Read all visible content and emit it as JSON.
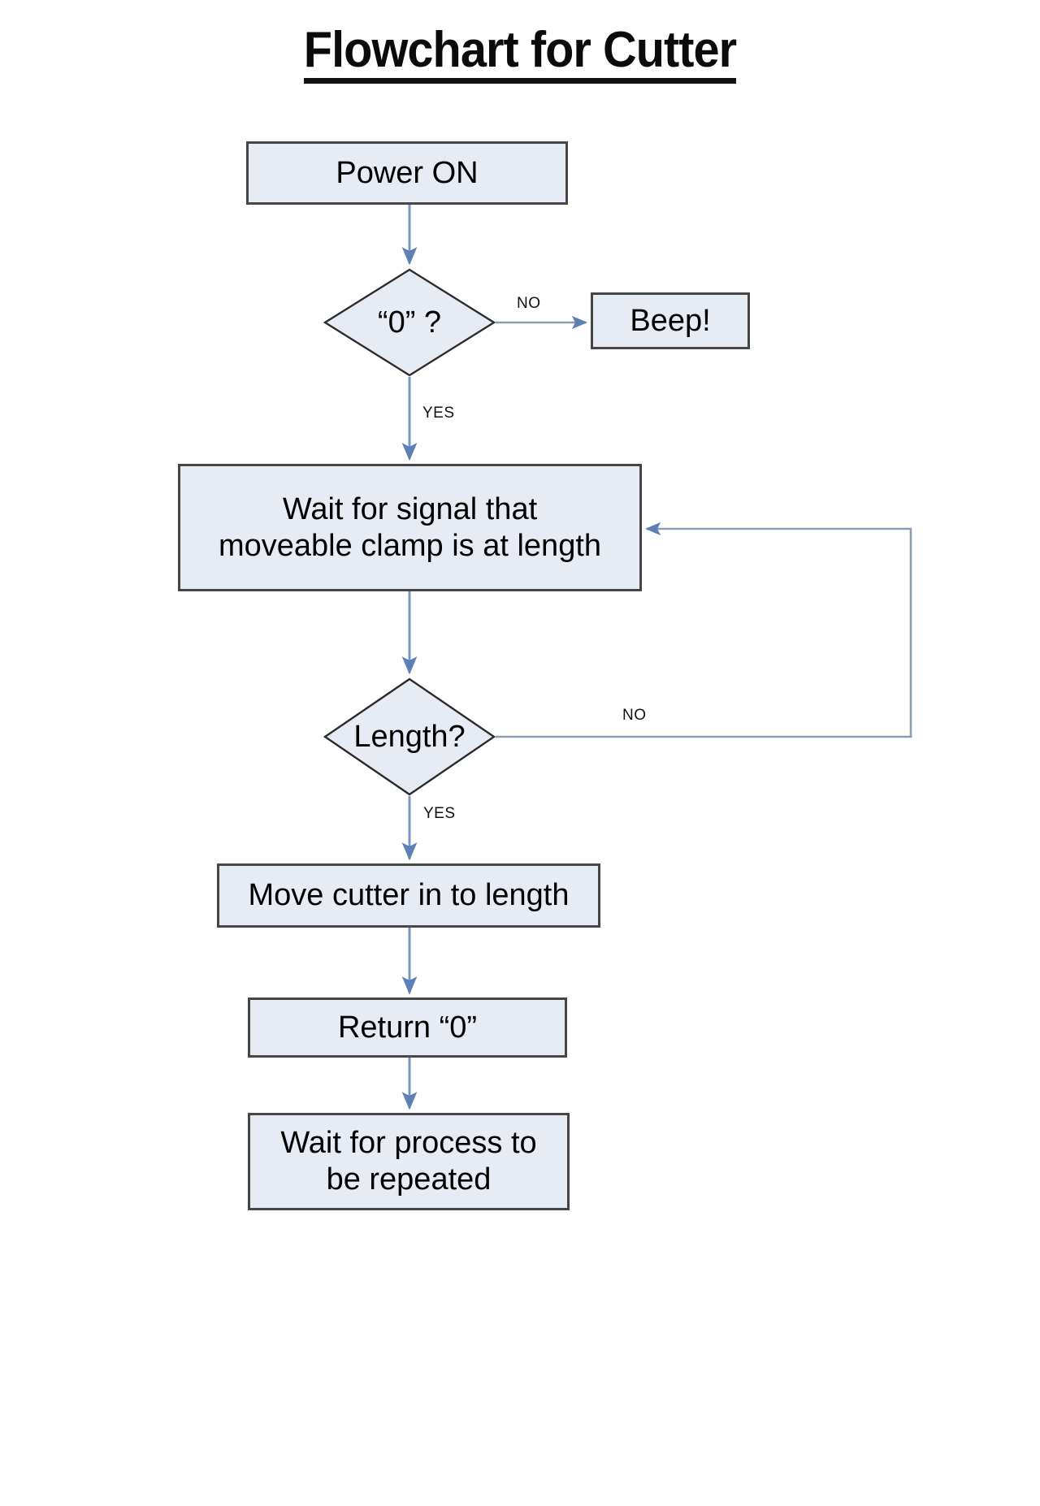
{
  "page": {
    "title": "Flowchart for Cutter",
    "background": "#ffffff"
  },
  "colors": {
    "node_fill": "#e7ecf4",
    "node_border": "#464646",
    "connector": "#7a96c2",
    "text": "#000000"
  },
  "nodes": {
    "power_on": {
      "label": "Power ON",
      "shape": "process"
    },
    "zero_check": {
      "label": "“0” ?",
      "shape": "decision"
    },
    "beep": {
      "label": "Beep!",
      "shape": "process"
    },
    "wait_clamp": {
      "label": "Wait for signal that\nmoveable clamp is at length",
      "shape": "process"
    },
    "length_check": {
      "label": "Length?",
      "shape": "decision"
    },
    "move_cutter": {
      "label": "Move cutter in to length",
      "shape": "process"
    },
    "return_zero": {
      "label": "Return “0”",
      "shape": "process"
    },
    "wait_repeat": {
      "label": "Wait for process to\nbe repeated",
      "shape": "process"
    }
  },
  "edges": {
    "zero_no": "NO",
    "zero_yes": "YES",
    "length_no": "NO",
    "length_yes": "YES"
  },
  "chart_data": {
    "type": "diagram",
    "title": "Flowchart for Cutter",
    "nodes": [
      {
        "id": "power_on",
        "text": "Power ON",
        "shape": "process"
      },
      {
        "id": "zero_check",
        "text": "“0” ?",
        "shape": "decision"
      },
      {
        "id": "beep",
        "text": "Beep!",
        "shape": "process"
      },
      {
        "id": "wait_clamp",
        "text": "Wait for signal that moveable clamp is at length",
        "shape": "process"
      },
      {
        "id": "length_check",
        "text": "Length?",
        "shape": "decision"
      },
      {
        "id": "move_cutter",
        "text": "Move cutter in to length",
        "shape": "process"
      },
      {
        "id": "return_zero",
        "text": "Return “0”",
        "shape": "process"
      },
      {
        "id": "wait_repeat",
        "text": "Wait for process to be repeated",
        "shape": "process"
      }
    ],
    "edges": [
      {
        "from": "power_on",
        "to": "zero_check",
        "label": ""
      },
      {
        "from": "zero_check",
        "to": "beep",
        "label": "NO"
      },
      {
        "from": "zero_check",
        "to": "wait_clamp",
        "label": "YES"
      },
      {
        "from": "wait_clamp",
        "to": "length_check",
        "label": ""
      },
      {
        "from": "length_check",
        "to": "wait_clamp",
        "label": "NO"
      },
      {
        "from": "length_check",
        "to": "move_cutter",
        "label": "YES"
      },
      {
        "from": "move_cutter",
        "to": "return_zero",
        "label": ""
      },
      {
        "from": "return_zero",
        "to": "wait_repeat",
        "label": ""
      }
    ]
  }
}
